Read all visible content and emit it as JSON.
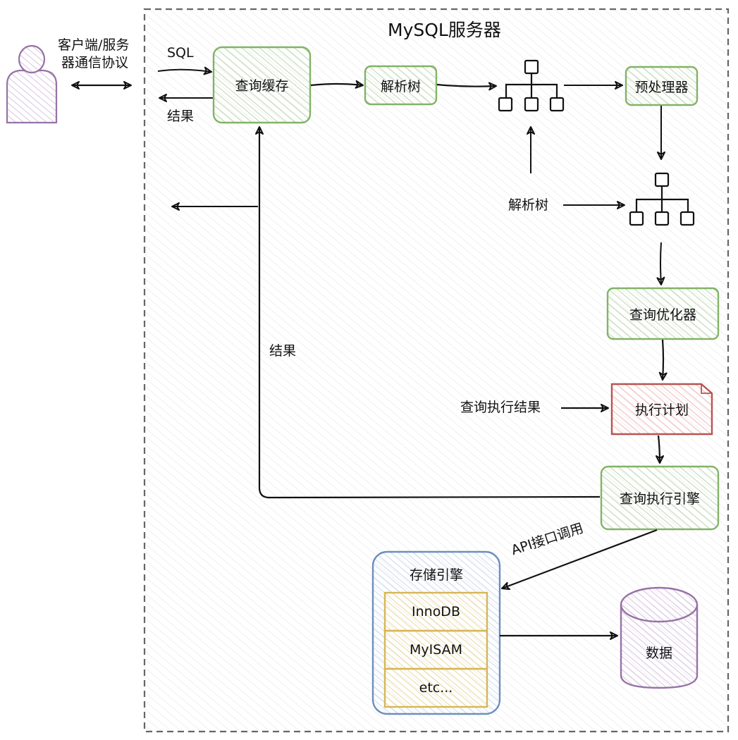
{
  "diagram": {
    "title": "MySQL服务器",
    "client": {
      "icon": "user-icon",
      "protocol_label": [
        "客户端/服务",
        "器通信协议"
      ]
    },
    "labels": {
      "sql": "SQL",
      "result_top": "结果",
      "result_left": "结果",
      "parse_tree_input": "解析树",
      "exec_result": "查询执行结果",
      "api_call": "API接口调用"
    },
    "nodes": {
      "query_cache": "查询缓存",
      "parse_tree": "解析树",
      "preprocessor": "预处理器",
      "optimizer": "查询优化器",
      "exec_plan": "执行计划",
      "exec_engine": "查询执行引擎",
      "storage_engine": "存储引擎",
      "data": "数据"
    },
    "storage_engines": [
      "InnoDB",
      "MyISAM",
      "etc..."
    ],
    "icons": {
      "tree_1": "tree-structure-icon",
      "tree_2": "tree-structure-icon",
      "database": "database-cylinder-icon"
    },
    "colors": {
      "green_stroke": "#82b366",
      "green_fill": "#d5e8d4",
      "red_stroke": "#b85450",
      "red_fill": "#f8cecc",
      "blue_stroke": "#6c8ebf",
      "blue_fill": "#dae8fc",
      "yellow_stroke": "#d6b656",
      "yellow_fill": "#fff2cc",
      "purple_stroke": "#9673a6",
      "purple_fill": "#e1d5e7",
      "container_stroke": "#666666"
    }
  }
}
